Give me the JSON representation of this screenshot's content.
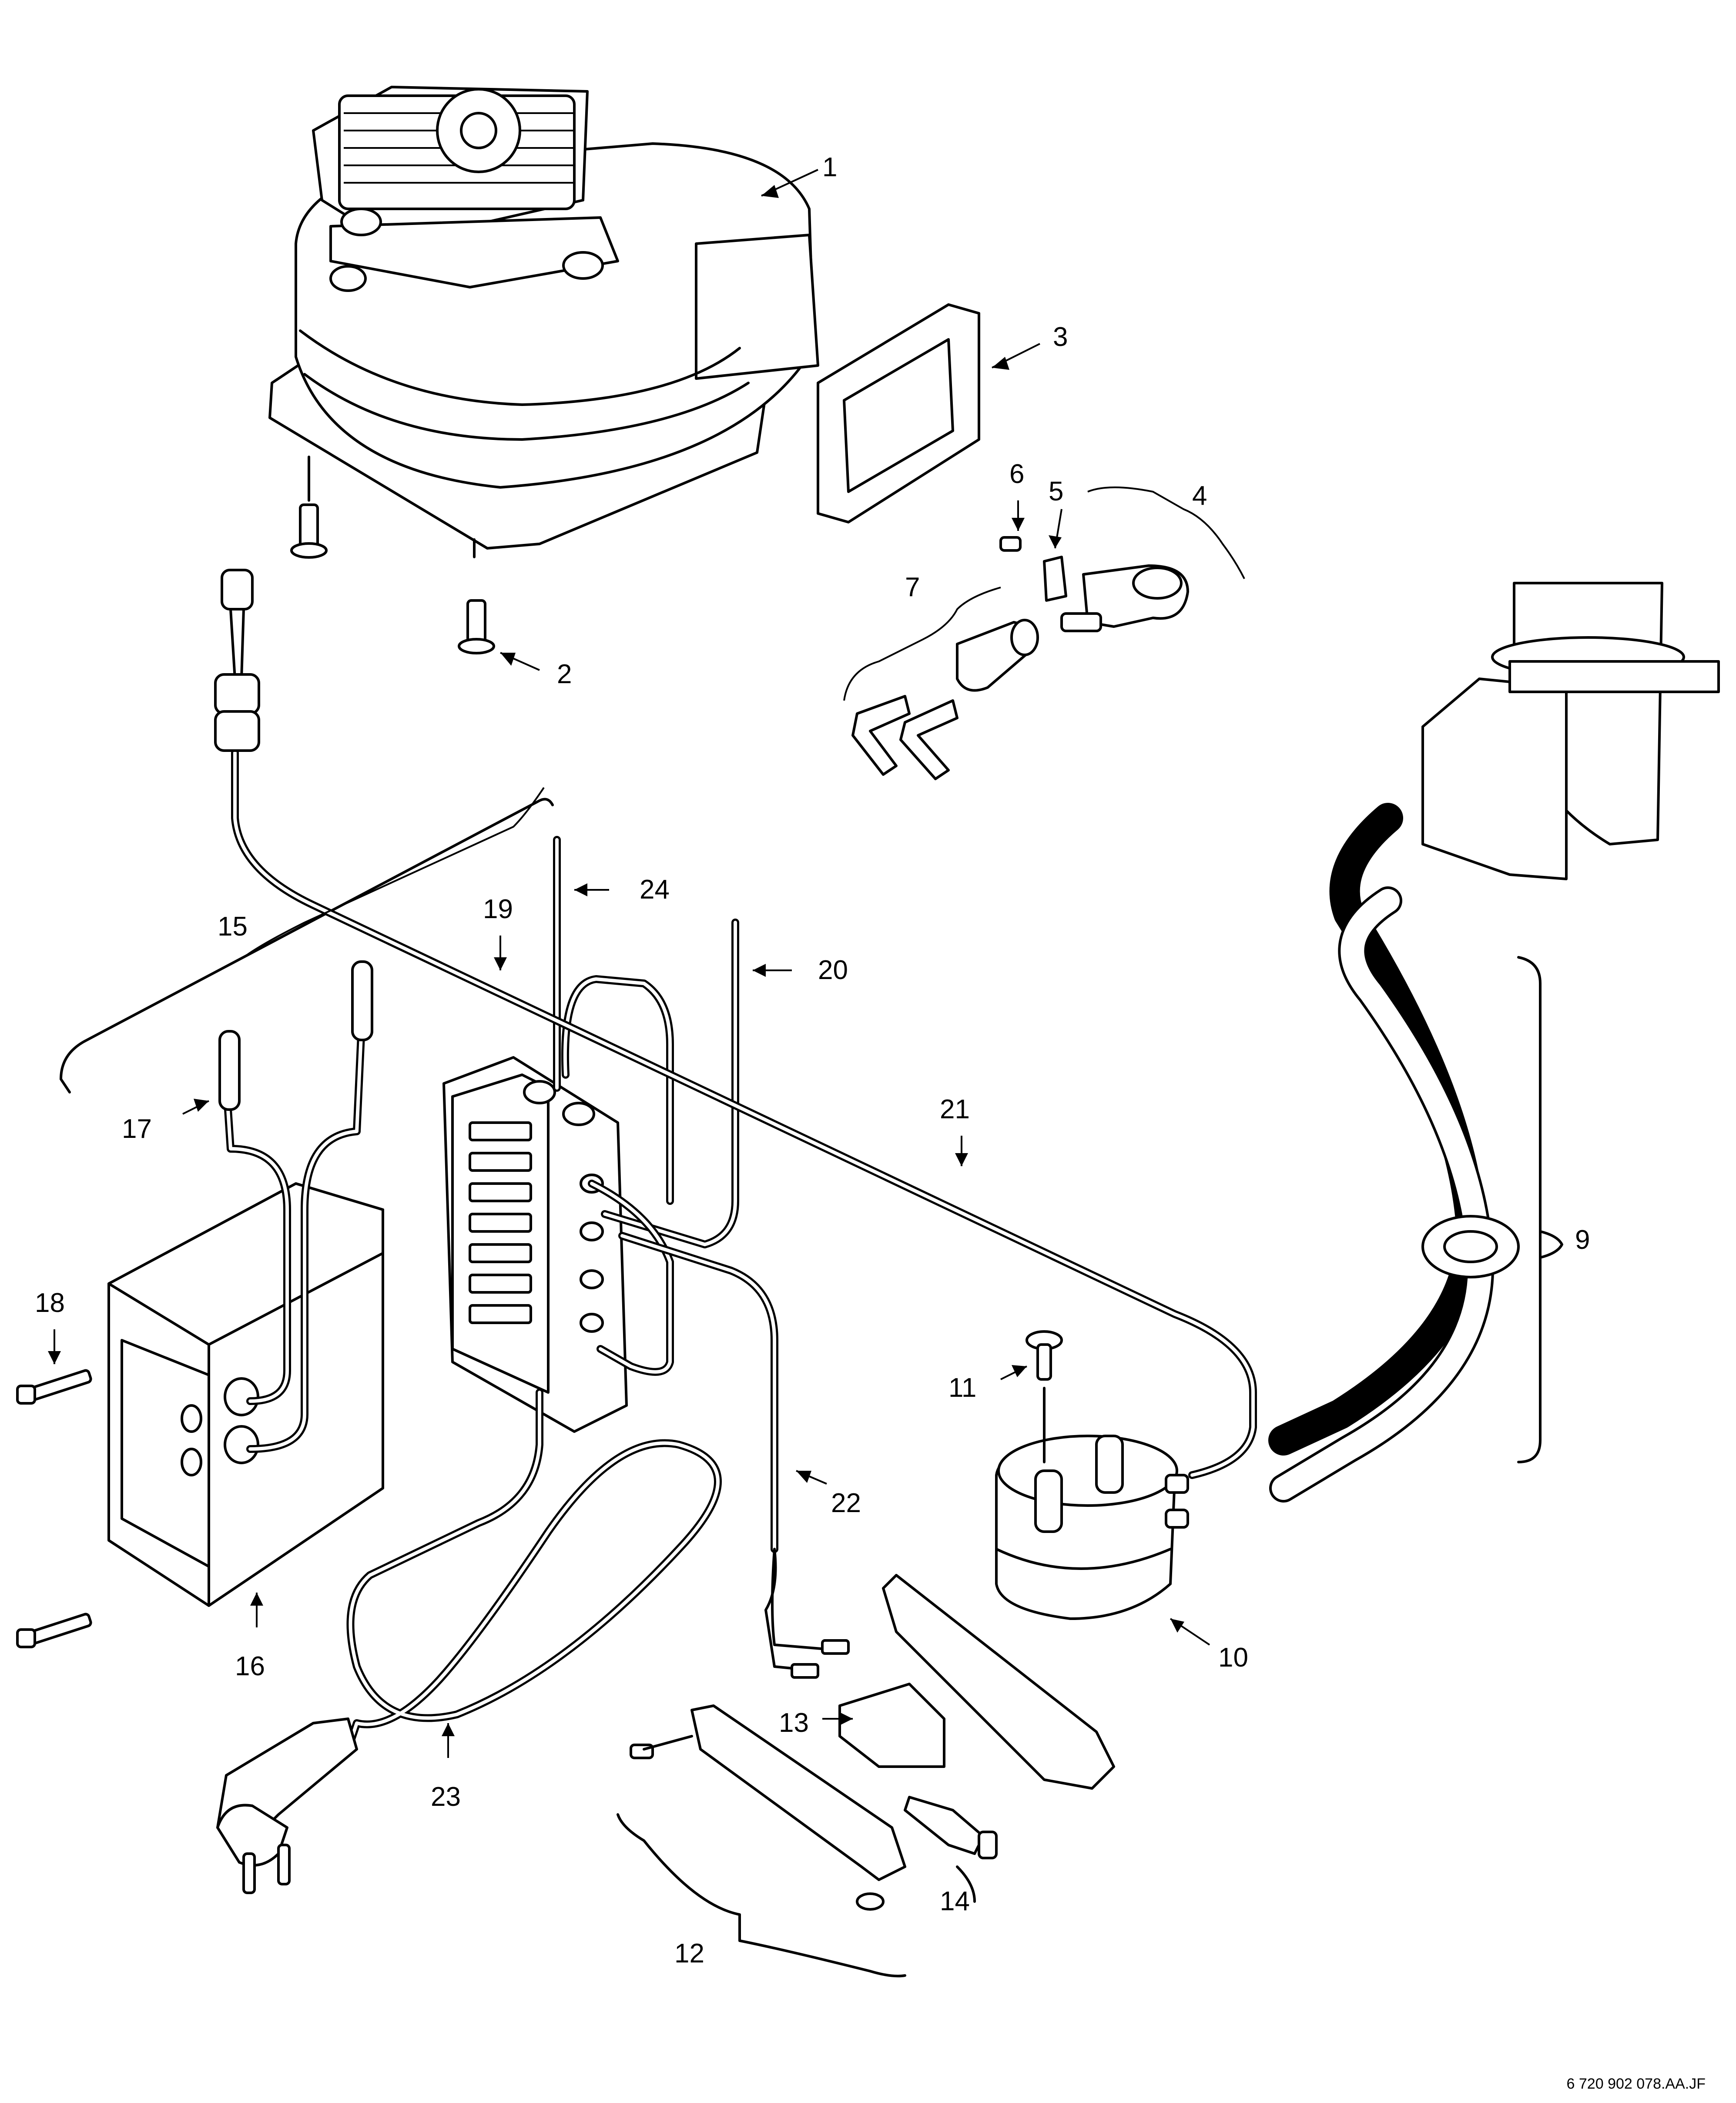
{
  "diagram": {
    "callouts": [
      {
        "id": "c1",
        "label": "1"
      },
      {
        "id": "c2",
        "label": "2"
      },
      {
        "id": "c3",
        "label": "3"
      },
      {
        "id": "c4",
        "label": "4"
      },
      {
        "id": "c5",
        "label": "5"
      },
      {
        "id": "c6",
        "label": "6"
      },
      {
        "id": "c7",
        "label": "7"
      },
      {
        "id": "c9",
        "label": "9"
      },
      {
        "id": "c10",
        "label": "10"
      },
      {
        "id": "c11",
        "label": "11"
      },
      {
        "id": "c12",
        "label": "12"
      },
      {
        "id": "c13",
        "label": "13"
      },
      {
        "id": "c14",
        "label": "14"
      },
      {
        "id": "c15",
        "label": "15"
      },
      {
        "id": "c16",
        "label": "16"
      },
      {
        "id": "c17",
        "label": "17"
      },
      {
        "id": "c18",
        "label": "18"
      },
      {
        "id": "c19",
        "label": "19"
      },
      {
        "id": "c20",
        "label": "20"
      },
      {
        "id": "c21",
        "label": "21"
      },
      {
        "id": "c22",
        "label": "22"
      },
      {
        "id": "c23",
        "label": "23"
      },
      {
        "id": "c24",
        "label": "24"
      }
    ],
    "drawing_number": "6 720 902 078.AA.JF"
  }
}
